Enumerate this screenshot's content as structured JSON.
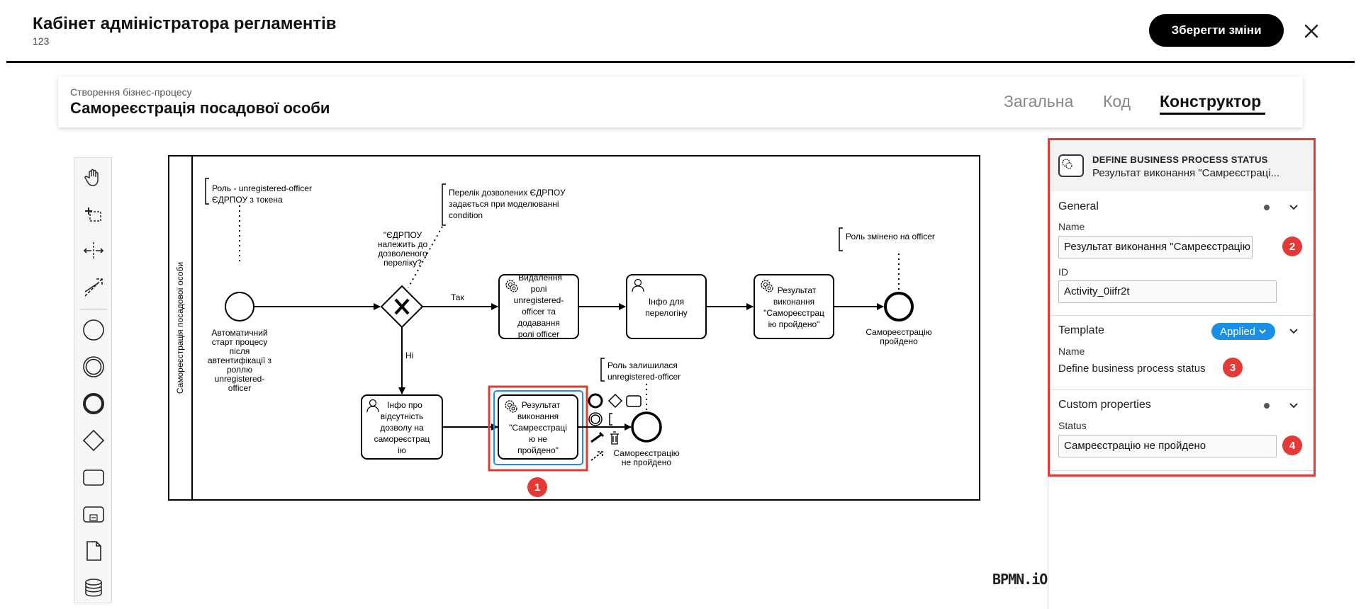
{
  "header": {
    "title": "Кабінет адміністратора регламентів",
    "subtitle": "123",
    "save_label": "Зберегти зміни"
  },
  "process": {
    "subtitle": "Створення бізнес-процесу",
    "title": "Самореєстрація посадової особи",
    "tabs": [
      {
        "label": "Загальна"
      },
      {
        "label": "Код"
      },
      {
        "label": "Конструктор"
      }
    ]
  },
  "diagram": {
    "lane_label": "Самореєстрація посадової особи",
    "annotation_role": [
      "Роль - unregistered-officer",
      "ЄДРПОУ з токена"
    ],
    "annotation_edrpou": [
      "Перелік дозволених ЄДРПОУ",
      "задається при моделюванні",
      "condition"
    ],
    "annotation_officer": "Роль змінено на officer",
    "annotation_remain": [
      "Роль залишилася",
      "unregistered-officer"
    ],
    "start_label": [
      "Автоматичний",
      "старт процесу",
      "після",
      "автентифікації з",
      "роллю",
      "unregistered-",
      "officer"
    ],
    "gateway_question": [
      "\"ЄДРПОУ",
      "належить до",
      "дозволеного",
      "переліку?"
    ],
    "flow_yes": "Так",
    "flow_no": "Ні",
    "task_delete": [
      "Видалення",
      "ролі",
      "unregistered-",
      "officer та",
      "додавання",
      "ролі officer"
    ],
    "task_info_relogin": [
      "Інфо для",
      "перелогіну"
    ],
    "task_result_ok": [
      "Результат",
      "виконання",
      "\"Самореєстрац",
      "ію пройдено\""
    ],
    "end_ok": [
      "Самореєстрацію",
      "пройдено"
    ],
    "task_info_none": [
      "Інфо про",
      "відсутність",
      "дозволу на",
      "самореєстрац",
      "ію"
    ],
    "task_result_fail": [
      "Результат",
      "виконання",
      "\"Самреєстраці",
      "ю не",
      "пройдено\""
    ],
    "end_fail": [
      "Самореєстрацію",
      "не пройдено"
    ]
  },
  "properties": {
    "element_type": "DEFINE BUSINESS PROCESS STATUS",
    "element_name": "Результат виконання \"Самреєстраці...",
    "general": {
      "title": "General",
      "name_label": "Name",
      "name_value": "Результат виконання \"Самреєстрацію не пройдено\"",
      "id_label": "ID",
      "id_value": "Activity_0iifr2t"
    },
    "template": {
      "title": "Template",
      "status": "Applied",
      "name_label": "Name",
      "name_value": "Define business process status"
    },
    "custom": {
      "title": "Custom properties",
      "status_label": "Status",
      "status_value": "Самреєстрацію не пройдено"
    }
  },
  "badges": [
    "1",
    "2",
    "3",
    "4"
  ],
  "logo": "BPMN.iO",
  "colors": {
    "highlight": "#e53935",
    "selection": "#1a8fe8",
    "applied": "#1a8fe8"
  }
}
